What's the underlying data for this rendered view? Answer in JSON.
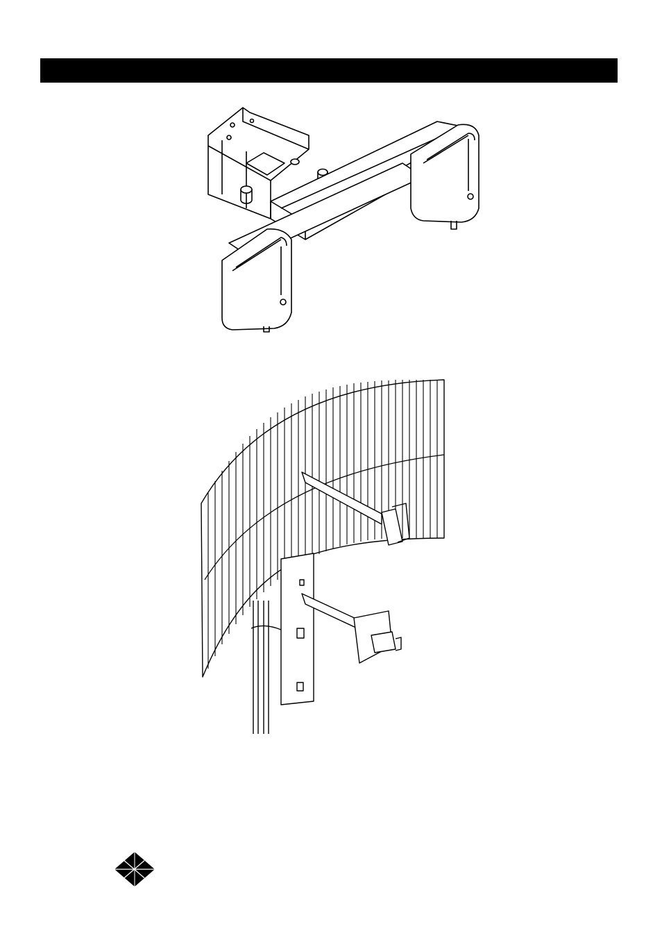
{
  "page": {
    "header_bar": {
      "color": "#000000"
    },
    "figures": [
      {
        "name": "mounting-bracket-with-radio-units",
        "icon": "bracket-assembly-illustration"
      },
      {
        "name": "grid-antenna-on-pole",
        "icon": "grid-antenna-illustration"
      }
    ],
    "logo": {
      "icon": "black-box-diamond-logo",
      "color": "#000000"
    }
  }
}
